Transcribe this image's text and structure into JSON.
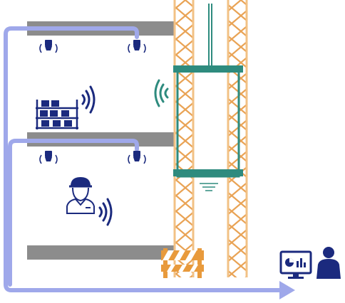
{
  "colors": {
    "background": "#ffffff",
    "slab": "#8c8c8c",
    "tower_frame": "#f2c185",
    "tower_lattice": "#e9a355",
    "cabin": "#2e8b7e",
    "cable": "#2e8b7e",
    "network_line": "#9fa8ea",
    "icon_navy": "#1b2a7e",
    "wifi_teal": "#2e8b7e",
    "barricade_orange": "#e89a3c",
    "barricade_stripe": "#ffffff"
  },
  "scene": {
    "floors": [
      "floor-top",
      "floor-middle",
      "floor-bottom"
    ],
    "sensors": [
      {
        "name": "sensor-top-left"
      },
      {
        "name": "sensor-top-right"
      },
      {
        "name": "sensor-middle-left"
      },
      {
        "name": "sensor-middle-right"
      }
    ],
    "icons": [
      "warehouse-shelf-icon",
      "worker-icon",
      "wifi-icon",
      "barricade-icon",
      "monitoring-station-icon"
    ]
  }
}
